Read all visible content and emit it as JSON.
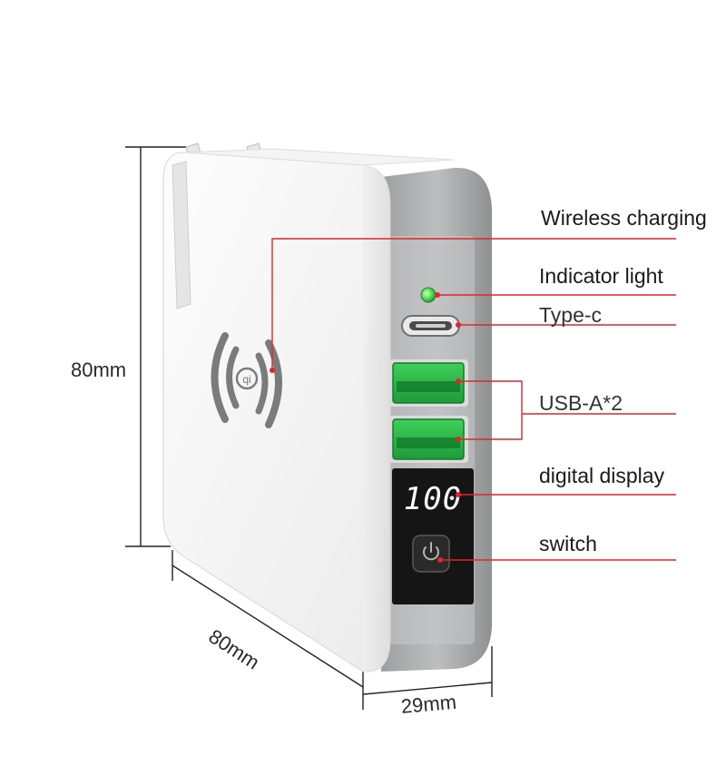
{
  "callouts": {
    "wireless_charging": "Wireless charging",
    "indicator_light": "Indicator light",
    "type_c": "Type-c",
    "usb_a": "USB-A*2",
    "digital_display": "digital display",
    "switch": "switch"
  },
  "dimensions": {
    "height": "80mm",
    "width": "80mm",
    "depth": "29mm"
  },
  "display_readout": "100",
  "colors": {
    "callout_line": "#e0262b",
    "port_green": "#2bb34a",
    "indicator_green": "#5de65a",
    "display_digits": "#ffffff",
    "body_white": "#f7f7f7",
    "side_gray": "#a8a9ab"
  },
  "icons": [
    "qi-wireless-icon",
    "power-icon"
  ]
}
